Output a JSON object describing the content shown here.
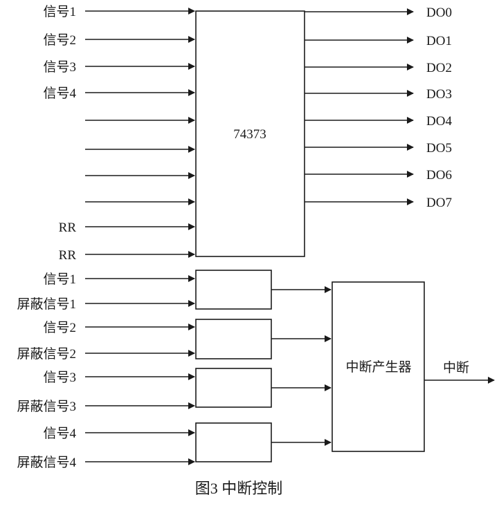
{
  "latch": {
    "chip_label": "74373",
    "inputs": [
      "信号1",
      "信号2",
      "信号3",
      "信号4",
      "",
      "",
      "",
      "",
      "RR",
      "RR"
    ],
    "outputs": [
      "DO0",
      "DO1",
      "DO2",
      "DO3",
      "DO4",
      "DO5",
      "DO6",
      "DO7"
    ]
  },
  "mask_gates": [
    {
      "signal": "信号1",
      "mask": "屏蔽信号1"
    },
    {
      "signal": "信号2",
      "mask": "屏蔽信号2"
    },
    {
      "signal": "信号3",
      "mask": "屏蔽信号3"
    },
    {
      "signal": "信号4",
      "mask": "屏蔽信号4"
    }
  ],
  "generator": {
    "label": "中断产生器",
    "output": "中断"
  },
  "caption": "图3 中断控制",
  "colors": {
    "ink": "#1a1a1a",
    "background": "#ffffff"
  }
}
